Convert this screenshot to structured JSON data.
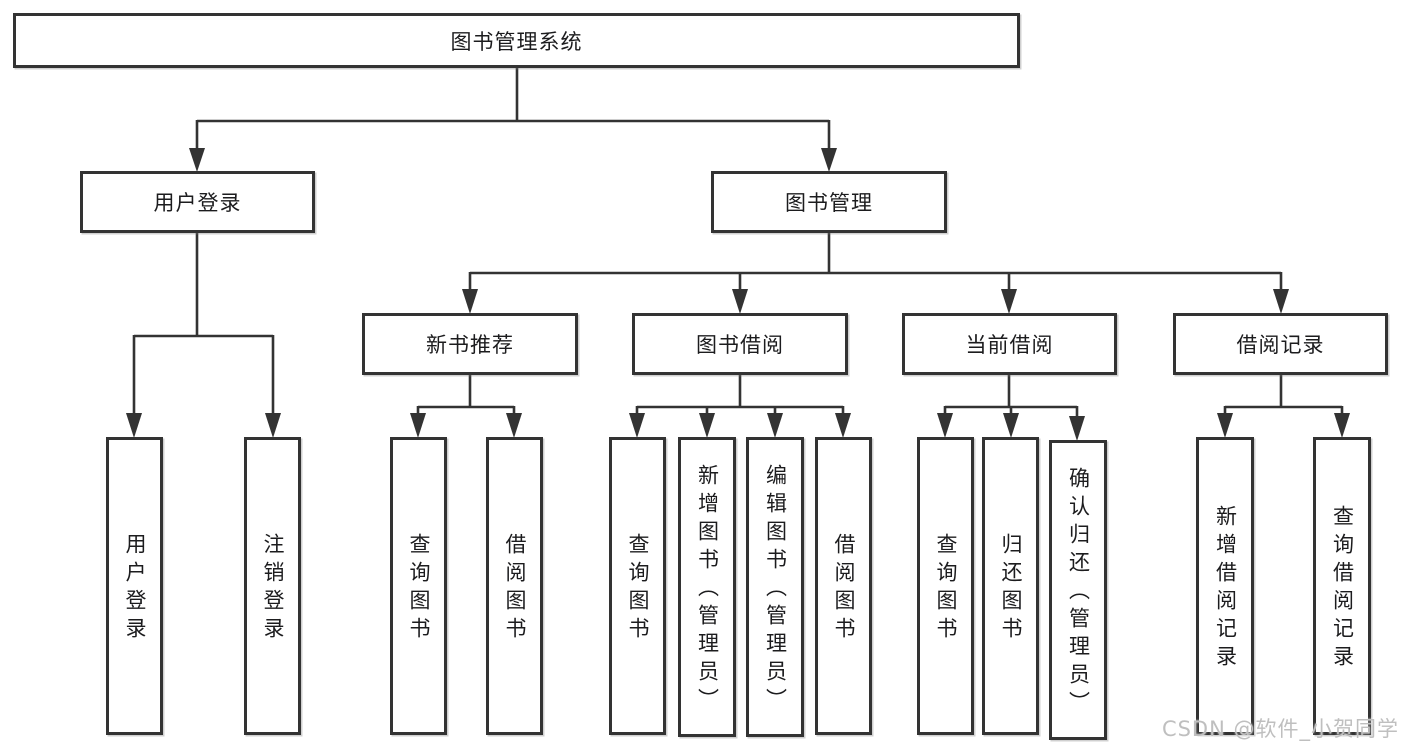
{
  "diagram": {
    "type": "hierarchy-tree",
    "colors": {
      "line": "#333333",
      "box_border": "#333333",
      "box_fill": "#ffffff",
      "text": "#1c1c1e",
      "background": "#ffffff",
      "watermark_text_color": "#bfbfbf"
    },
    "nodes": {
      "root": {
        "label": "图书管理系统"
      },
      "user_login": {
        "label": "用户登录"
      },
      "book_mgmt": {
        "label": "图书管理"
      },
      "new_book_rec": {
        "label": "新书推荐"
      },
      "book_borrow": {
        "label": "图书借阅"
      },
      "current_borrow": {
        "label": "当前借阅"
      },
      "borrow_records": {
        "label": "借阅记录"
      },
      "leaf_user_login": {
        "label": "用户登录",
        "parent": "用户登录"
      },
      "leaf_logout": {
        "label": "注销登录",
        "parent": "用户登录"
      },
      "leaf_rec_query": {
        "label": "查询图书",
        "parent": "新书推荐"
      },
      "leaf_rec_borrow": {
        "label": "借阅图书",
        "parent": "新书推荐"
      },
      "leaf_bb_query": {
        "label": "查询图书",
        "parent": "图书借阅"
      },
      "leaf_bb_add": {
        "label": "新增图书（管理员）",
        "parent": "图书借阅"
      },
      "leaf_bb_edit": {
        "label": "编辑图书（管理员）",
        "parent": "图书借阅"
      },
      "leaf_bb_borrow": {
        "label": "借阅图书",
        "parent": "图书借阅"
      },
      "leaf_cb_query": {
        "label": "查询图书",
        "parent": "当前借阅"
      },
      "leaf_cb_return": {
        "label": "归还图书",
        "parent": "当前借阅"
      },
      "leaf_cb_confirm": {
        "label": "确认归还（管理员）",
        "parent": "当前借阅"
      },
      "leaf_br_add": {
        "label": "新增借阅记录",
        "parent": "借阅记录"
      },
      "leaf_br_query": {
        "label": "查询借阅记录",
        "parent": "借阅记录"
      }
    },
    "watermark": "CSDN @软件_小贺同学"
  }
}
